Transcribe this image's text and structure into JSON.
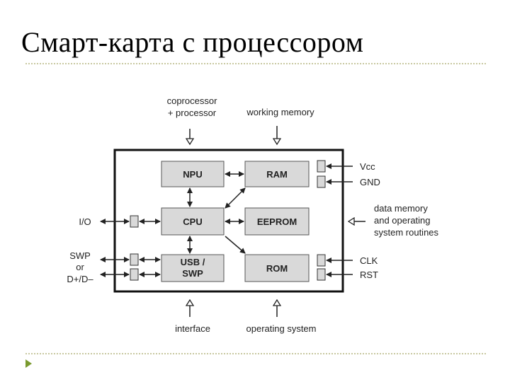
{
  "slide": {
    "title": "Смарт-карта с процессором"
  },
  "diagram": {
    "blocks": {
      "npu": "NPU",
      "ram": "RAM",
      "cpu": "CPU",
      "eeprom": "EEPROM",
      "usb_line1": "USB /",
      "usb_line2": "SWP",
      "rom": "ROM"
    },
    "top_labels": {
      "coprocessor_line1": "coprocessor",
      "coprocessor_line2": "+ processor",
      "working_memory": "working memory"
    },
    "bottom_labels": {
      "interface": "interface",
      "operating_system": "operating system"
    },
    "left_labels": {
      "io": "I/O",
      "swp": "SWP",
      "or": "or",
      "dplus": "D+/D–"
    },
    "right_labels": {
      "vcc": "Vcc",
      "gnd": "GND",
      "clk": "CLK",
      "rst": "RST",
      "data_memory_line1": "data memory",
      "data_memory_line2": "and operating",
      "data_memory_line3": "system routines"
    }
  }
}
